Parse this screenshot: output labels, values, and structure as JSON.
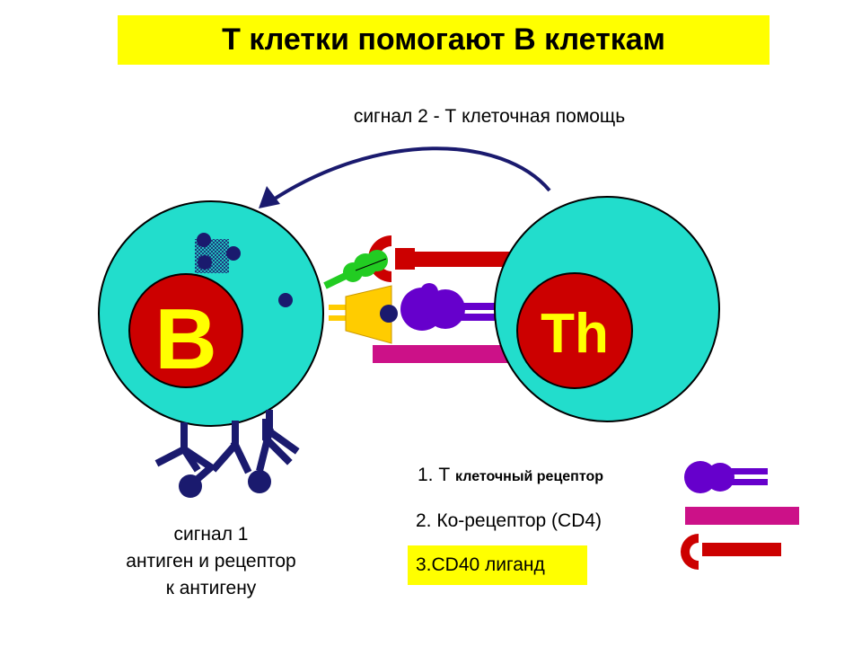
{
  "title": "Т клетки помогают В клеткам",
  "signal2_label": "сигнал 2 - Т клеточная помощь",
  "b_cell_label": "B",
  "th_cell_label": "Th",
  "signal1": {
    "line1": "сигнал 1",
    "line2": "антиген и рецептор",
    "line3": "к антигену"
  },
  "legend": {
    "item1_prefix": "1. Т",
    "item1_rest": "клеточный рецептор",
    "item2": "2. Ко-рецептор (CD4)",
    "item3": "3.CD40 лиганд"
  },
  "colors": {
    "cell": "#22ddcc",
    "nucleus": "#cc0000",
    "b_letter": "#ffff00",
    "th_letter": "#ffff00",
    "tcr": "#6600cc",
    "cd4": "#cc1188",
    "cd40l": "#cc0000",
    "antibody": "#1a1a6e",
    "green": "#22cc22",
    "orange": "#ffcc00",
    "title_bg": "#ffff00"
  }
}
